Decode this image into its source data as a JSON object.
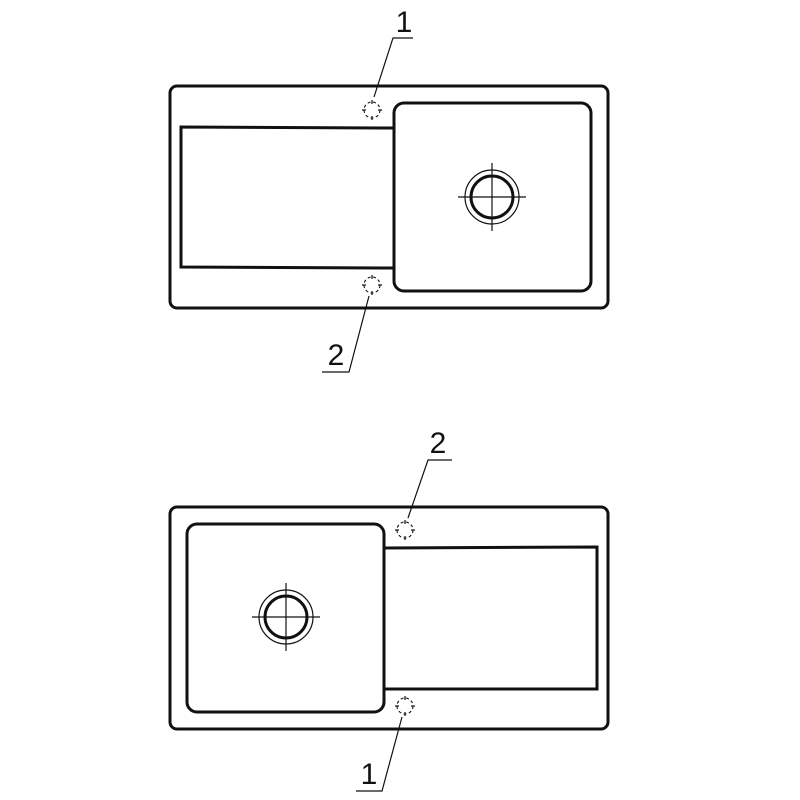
{
  "diagram": {
    "views": [
      {
        "id": "top-view",
        "orientation": "bowl-right",
        "callouts": [
          {
            "label": "1",
            "target": "tap-hole-top"
          },
          {
            "label": "2",
            "target": "tap-hole-bottom"
          }
        ]
      },
      {
        "id": "bottom-view",
        "orientation": "bowl-left",
        "callouts": [
          {
            "label": "2",
            "target": "tap-hole-top"
          },
          {
            "label": "1",
            "target": "tap-hole-bottom"
          }
        ]
      }
    ]
  }
}
